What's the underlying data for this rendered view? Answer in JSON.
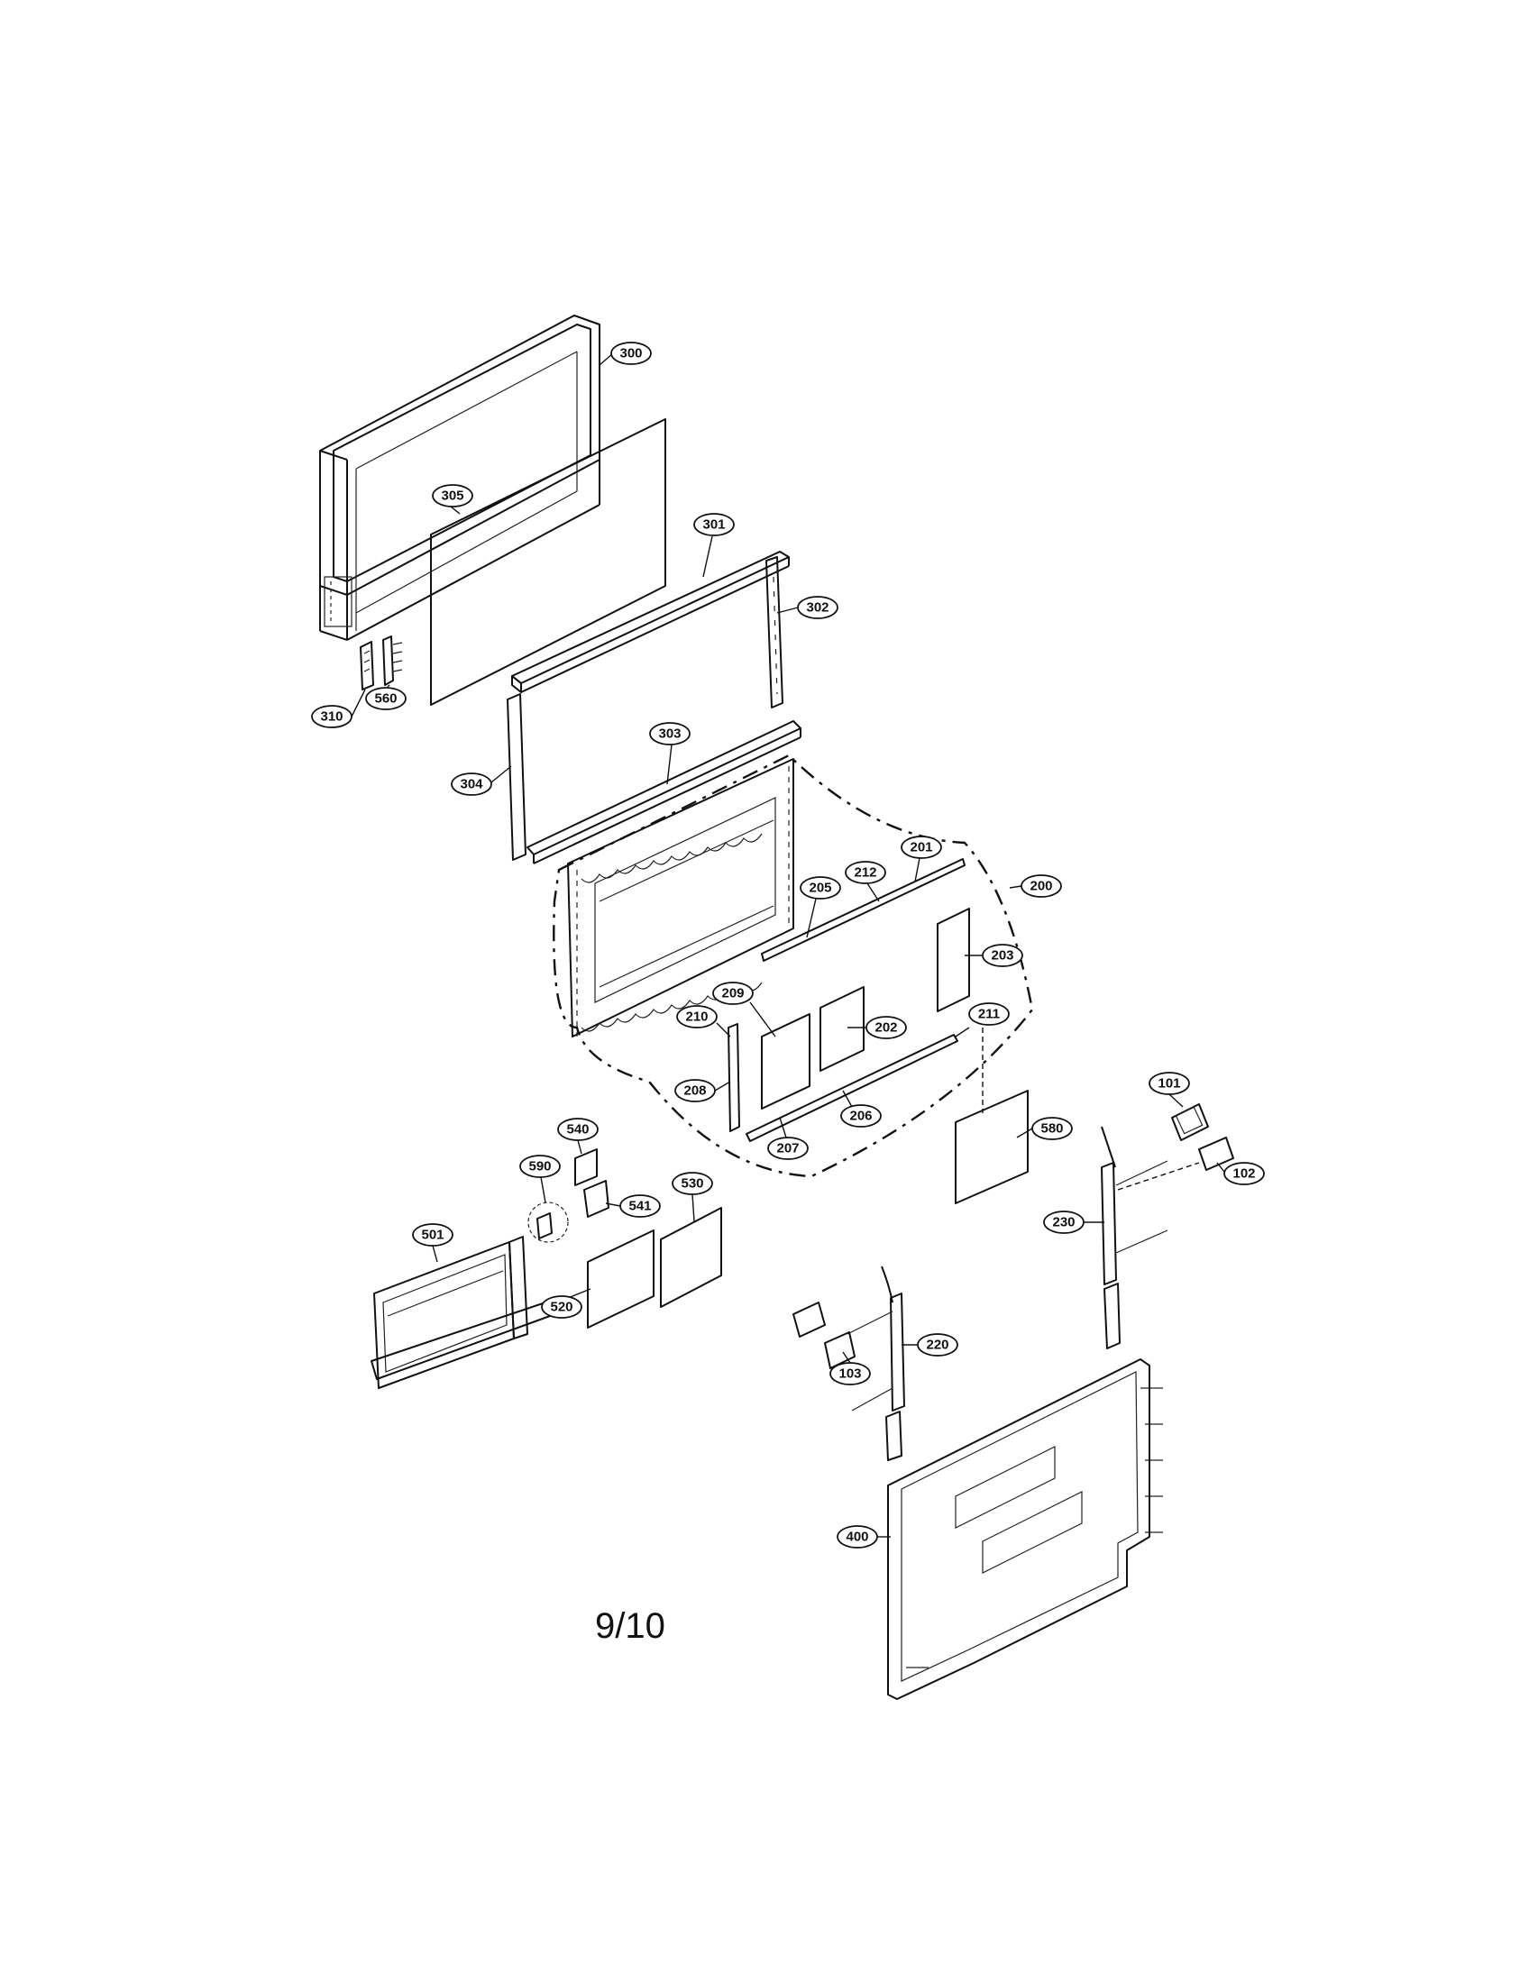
{
  "page": {
    "number_label": "9/10"
  },
  "callouts": [
    {
      "label": "300"
    },
    {
      "label": "305"
    },
    {
      "label": "301"
    },
    {
      "label": "302"
    },
    {
      "label": "310"
    },
    {
      "label": "560"
    },
    {
      "label": "304"
    },
    {
      "label": "303"
    },
    {
      "label": "200"
    },
    {
      "label": "205"
    },
    {
      "label": "212"
    },
    {
      "label": "201"
    },
    {
      "label": "203"
    },
    {
      "label": "209"
    },
    {
      "label": "202"
    },
    {
      "label": "210"
    },
    {
      "label": "211"
    },
    {
      "label": "208"
    },
    {
      "label": "206"
    },
    {
      "label": "207"
    },
    {
      "label": "580"
    },
    {
      "label": "101"
    },
    {
      "label": "102"
    },
    {
      "label": "230"
    },
    {
      "label": "540"
    },
    {
      "label": "590"
    },
    {
      "label": "541"
    },
    {
      "label": "530"
    },
    {
      "label": "501"
    },
    {
      "label": "520"
    },
    {
      "label": "220"
    },
    {
      "label": "103"
    },
    {
      "label": "400"
    }
  ]
}
